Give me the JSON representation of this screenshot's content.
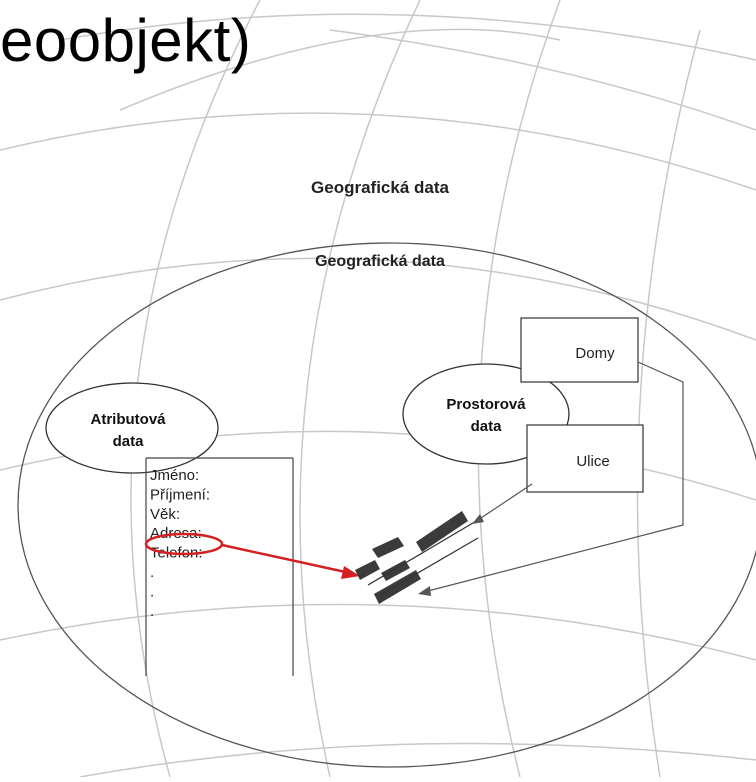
{
  "slide": {
    "title": "eoobjekt)"
  },
  "diagram": {
    "outer_caption": "Geografická data",
    "ellipse_caption": "Geografická data",
    "attribute_label_line1": "Atributová",
    "attribute_label_line2": "data",
    "spatial_label_line1": "Prostorová",
    "spatial_label_line2": "data",
    "box_houses": "Domy",
    "box_streets": "Ulice",
    "fields": [
      "Jméno:",
      "Příjmení:",
      "Věk:",
      "Adresa:",
      "Telefon:",
      ".",
      ".",
      "."
    ],
    "highlight_color": "#d42020"
  }
}
